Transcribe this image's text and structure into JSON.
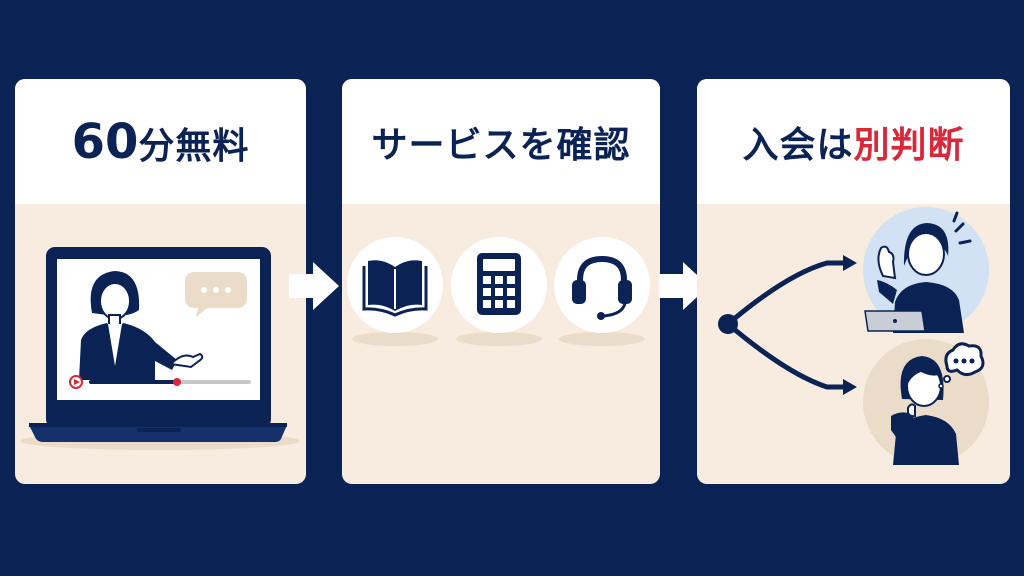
{
  "panels": [
    {
      "title_num": "60",
      "title_rest": "分無料"
    },
    {
      "title": "サービスを確認"
    },
    {
      "title_main": "入会は",
      "title_highlight": "別判断"
    }
  ],
  "icons": {
    "panel1": [
      "laptop-icon",
      "presenter-icon",
      "speech-bubble-icon",
      "play-icon",
      "video-progress-bar"
    ],
    "panel2": [
      "book-icon",
      "calculator-icon",
      "headset-icon"
    ],
    "panel3": [
      "branch-node-icon",
      "decided-person-icon",
      "thinking-person-icon"
    ]
  },
  "colors": {
    "background": "#0b2254",
    "panel_body": "#f7ecdf",
    "panel_head": "#ffffff",
    "navy": "#0b2254",
    "highlight": "#d8283a",
    "light_blue": "#d2e1f3"
  }
}
